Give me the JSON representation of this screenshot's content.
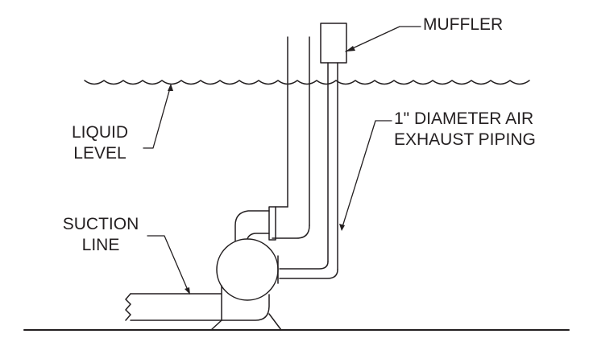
{
  "labels": {
    "muffler": "MUFFLER",
    "air_exhaust_line1": "1\"  DIAMETER AIR",
    "air_exhaust_line2": "EXHAUST PIPING",
    "liquid_level_line1": "LIQUID",
    "liquid_level_line2": "LEVEL",
    "suction_line_line1": "SUCTION",
    "suction_line_line2": "LINE"
  },
  "colors": {
    "stroke": "#231f20",
    "background": "#ffffff"
  }
}
